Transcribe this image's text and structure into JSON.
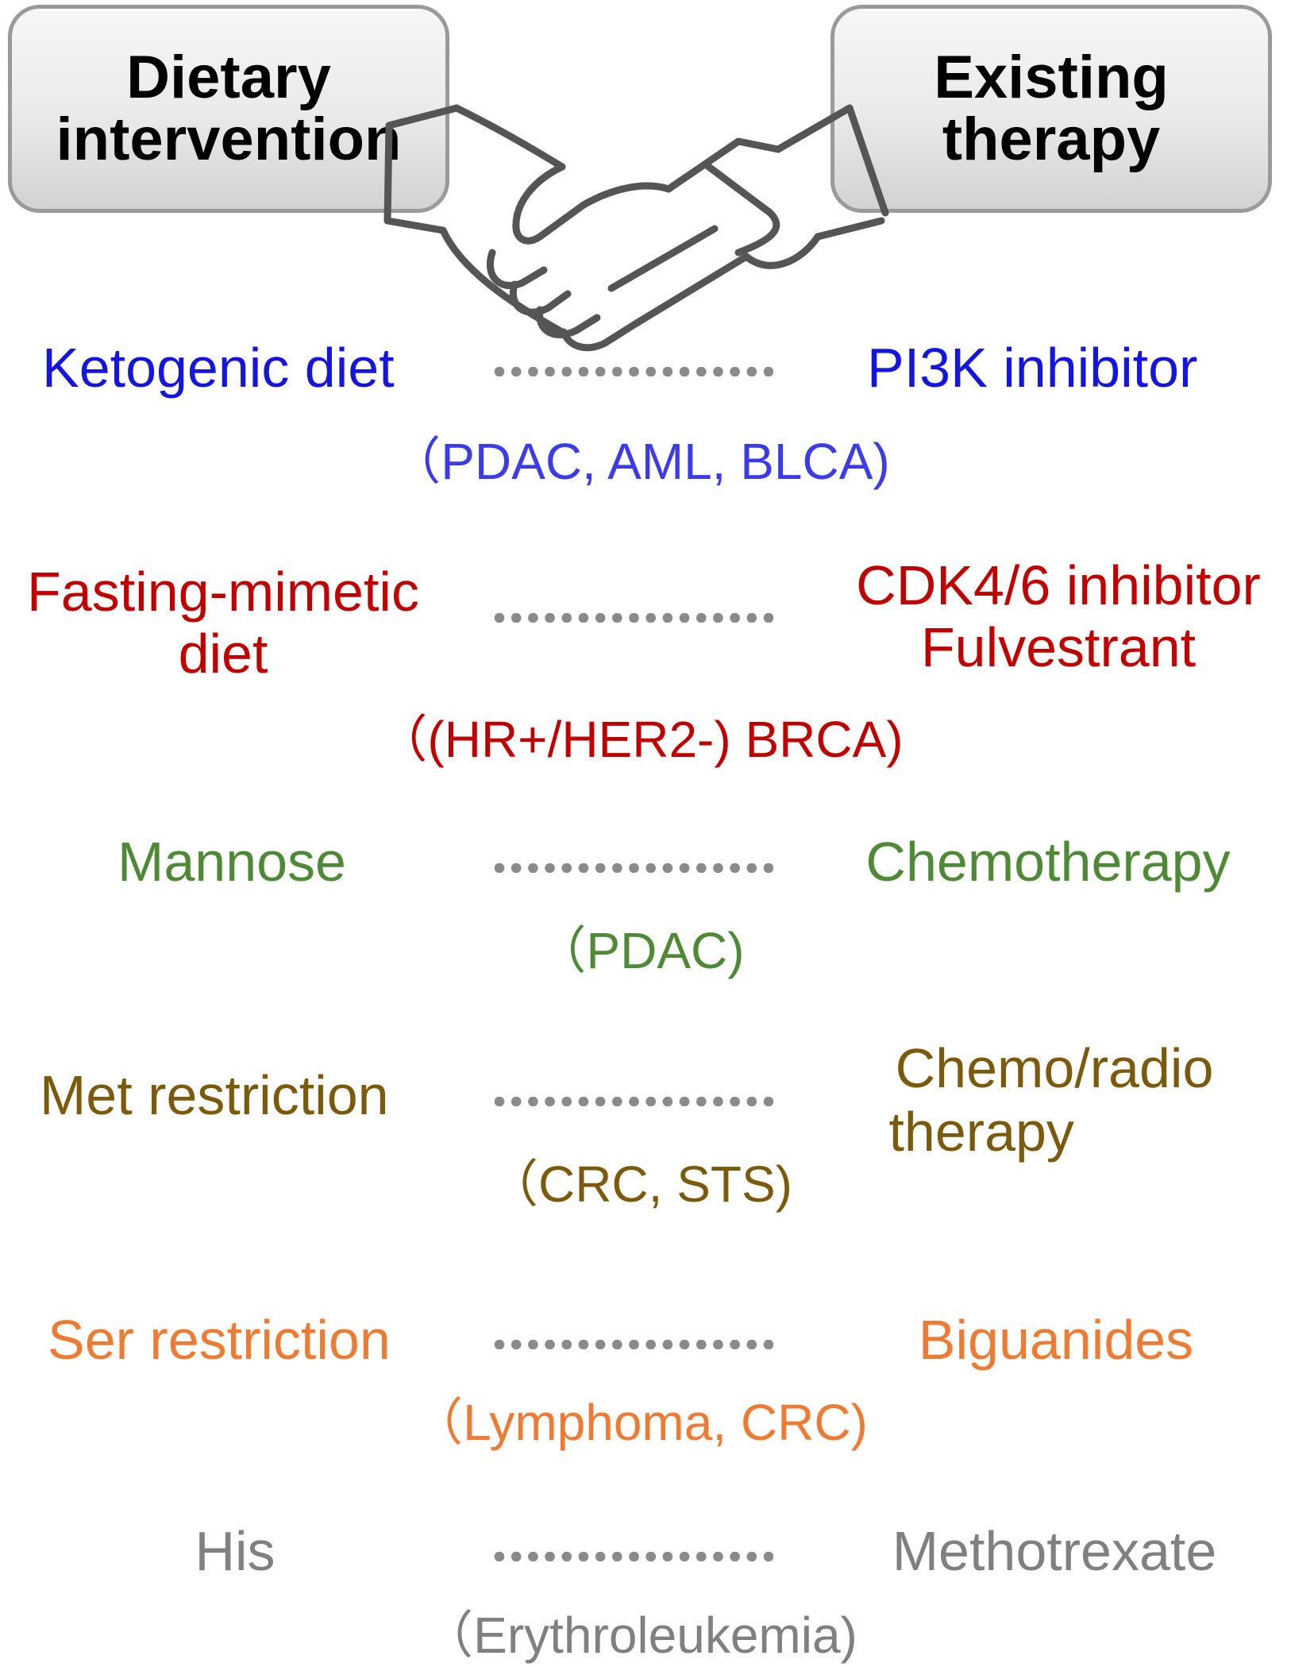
{
  "header": {
    "left_line1": "Dietary",
    "left_line2": "intervention",
    "right_line1": "Existing",
    "right_line2": "therapy"
  },
  "icon": "handshake-icon",
  "pairs": [
    {
      "diet": "Ketogenic diet",
      "therapy": "PI3K inhibitor",
      "cancers": "（PDAC, AML, BLCA)",
      "color": "#1515e0",
      "sub_color": "#3b3bea"
    },
    {
      "diet_line1": "Fasting-mimetic",
      "diet_line2": "diet",
      "therapy_line1": "CDK4/6 inhibitor",
      "therapy_line2": "Fulvestrant",
      "cancers": "（(HR+/HER2-) BRCA)",
      "color": "#c00000"
    },
    {
      "diet": "Mannose",
      "therapy": "Chemotherapy",
      "cancers": "（PDAC)",
      "color": "#4e8a35"
    },
    {
      "diet": "Met restriction",
      "therapy_line1": "Chemo/radio",
      "therapy_line2": " therapy",
      "cancers": "（CRC, STS)",
      "color": "#7b5a0c"
    },
    {
      "diet": "Ser restriction",
      "therapy": "Biguanides",
      "cancers": "（Lymphoma, CRC)",
      "color": "#ed7b33"
    },
    {
      "diet": "His",
      "therapy": "Methotrexate",
      "cancers": "（Erythroleukemia)",
      "color": "#808080"
    }
  ]
}
